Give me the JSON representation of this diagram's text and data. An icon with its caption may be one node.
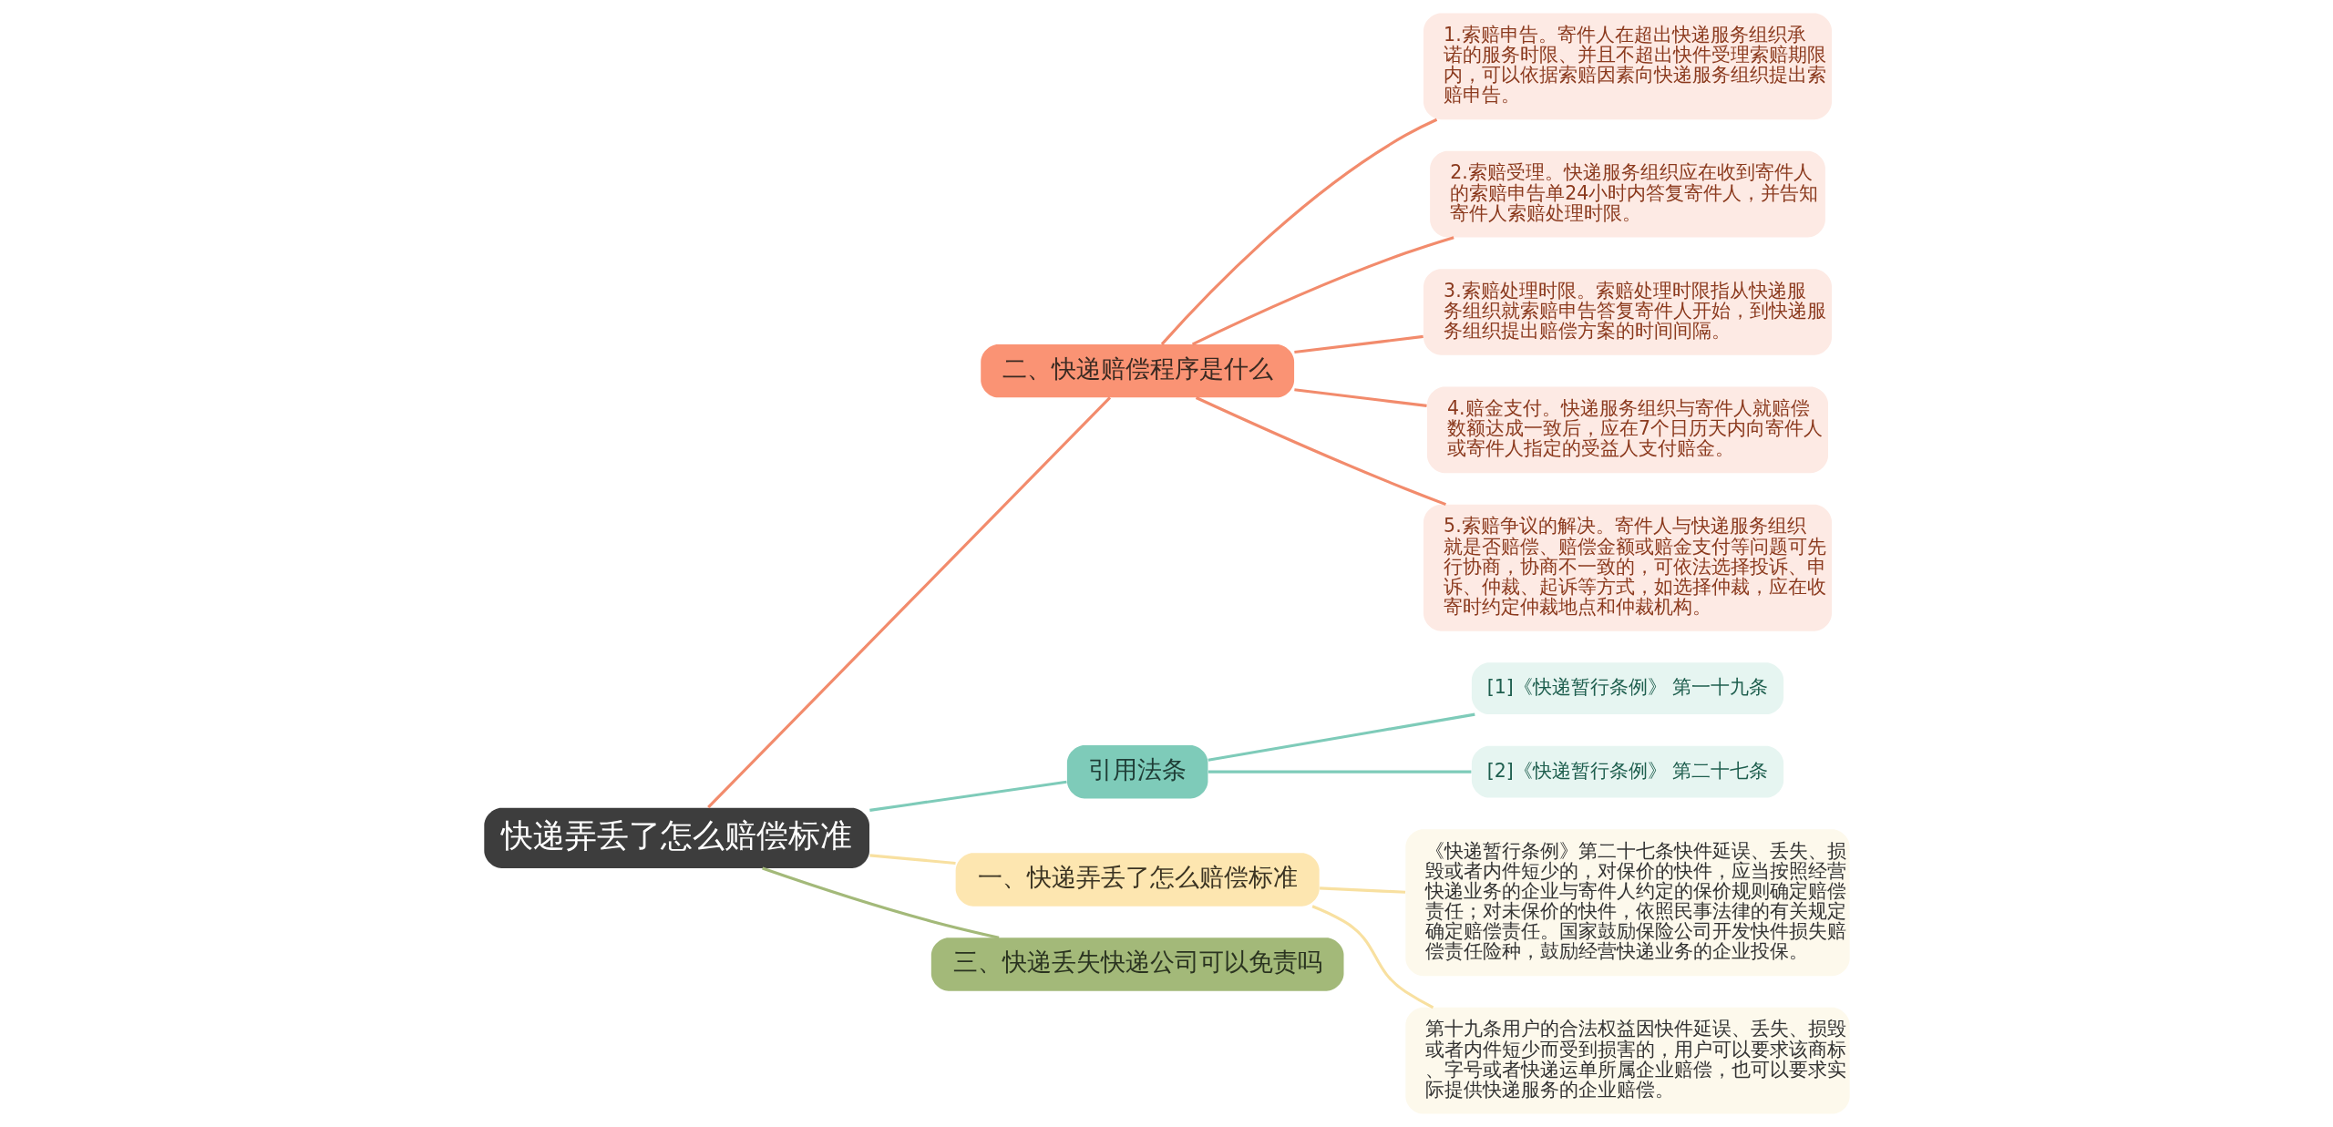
{
  "diagram": {
    "nodes": [
      {
        "text": [
          "快递弄丢了怎么赔偿标准"
        ]
      },
      {
        "text": [
          "二、快递赔偿程序是什么"
        ]
      },
      {
        "text": [
          "1.索赔申告。寄件人在超出快递服务组织承诺的服务时限、并且不超出快件受理索赔期限内，可以依据索赔因素向快递服务组织提出索赔申告。"
        ]
      },
      {
        "text": [
          "2.索赔受理。快递服务组织应在收到寄件人的索赔申告单24小时内答复寄件人，并告知寄件人索赔处理时限。"
        ]
      },
      {
        "text": [
          "3.索赔处理时限。索赔处理时限指从快递服务组织就索赔申告答复寄件人开始，到快递服务组织提出赔偿方案的时间间隔。"
        ]
      },
      {
        "text": [
          "4.赔金支付。快递服务组织与寄件人就赔偿数额达成一致后，应在7个日历天内向寄件人或寄件人指定的受益人支付赔金。"
        ]
      },
      {
        "text": [
          "5.索赔争议的解决。寄件人与快递服务组织就是否赔偿、赔偿金额或赔金支付等问题可先行协商，协商不一致的，可依法选择投诉、申诉、仲裁、起诉等方式，如选择仲裁，应在收寄时约定仲裁地点和仲裁机构。"
        ]
      },
      {
        "text": [
          "引用法条"
        ]
      },
      {
        "text": [
          "[1]《快递暂行条例》 第一十九条"
        ]
      },
      {
        "text": [
          "[2]《快递暂行条例》 第二十七条"
        ]
      },
      {
        "text": [
          "一、快递弄丢了怎么赔偿标准"
        ]
      },
      {
        "text": [
          "《快递暂行条例》第二十七条快件延误、丢失、损毁或者内件短少的，对保价的快件，应当按照经营快递业务的企业与寄件人约定的保价规则确定赔偿责任；对未保价的快件，依照民事法律的有关规定确定赔偿责任。国家鼓励保险公司开发快件损失赔偿责任险种，鼓励经营快递业务的企业投保。"
        ]
      },
      {
        "text": [
          "第十九条用户的合法权益因快件延误、丢失、损毁或者内件短少而受到损害的，用户可以要求该商标、字号或者快递运单所属企业赔偿，也可以要求实际提供快递服务的企业赔偿。"
        ]
      },
      {
        "text": [
          "三、快递丢失快递公司可以免责吗"
        ]
      }
    ],
    "edges": [
      {
        "from": 0,
        "to": 1,
        "arrow": "none",
        "color": "#f28b6c"
      },
      {
        "from": 1,
        "to": 2,
        "arrow": "none",
        "color": "#f28b6c"
      },
      {
        "from": 1,
        "to": 3,
        "arrow": "none",
        "color": "#f28b6c"
      },
      {
        "from": 1,
        "to": 4,
        "arrow": "none",
        "color": "#f28b6c"
      },
      {
        "from": 1,
        "to": 5,
        "arrow": "none",
        "color": "#f28b6c"
      },
      {
        "from": 1,
        "to": 6,
        "arrow": "none",
        "color": "#f28b6c"
      },
      {
        "from": 0,
        "to": 7,
        "arrow": "none",
        "color": "#7ecbb9"
      },
      {
        "from": 7,
        "to": 8,
        "arrow": "none",
        "color": "#7ecbb9"
      },
      {
        "from": 7,
        "to": 9,
        "arrow": "none",
        "color": "#7ecbb9"
      },
      {
        "from": 0,
        "to": 10,
        "arrow": "none",
        "color": "#f8e0a0"
      },
      {
        "from": 10,
        "to": 11,
        "arrow": "none",
        "color": "#f8e0a0"
      },
      {
        "from": 10,
        "to": 12,
        "arrow": "none",
        "color": "#f8e0a0"
      },
      {
        "from": 0,
        "to": 13,
        "arrow": "none",
        "color": "#a3b979"
      }
    ]
  }
}
